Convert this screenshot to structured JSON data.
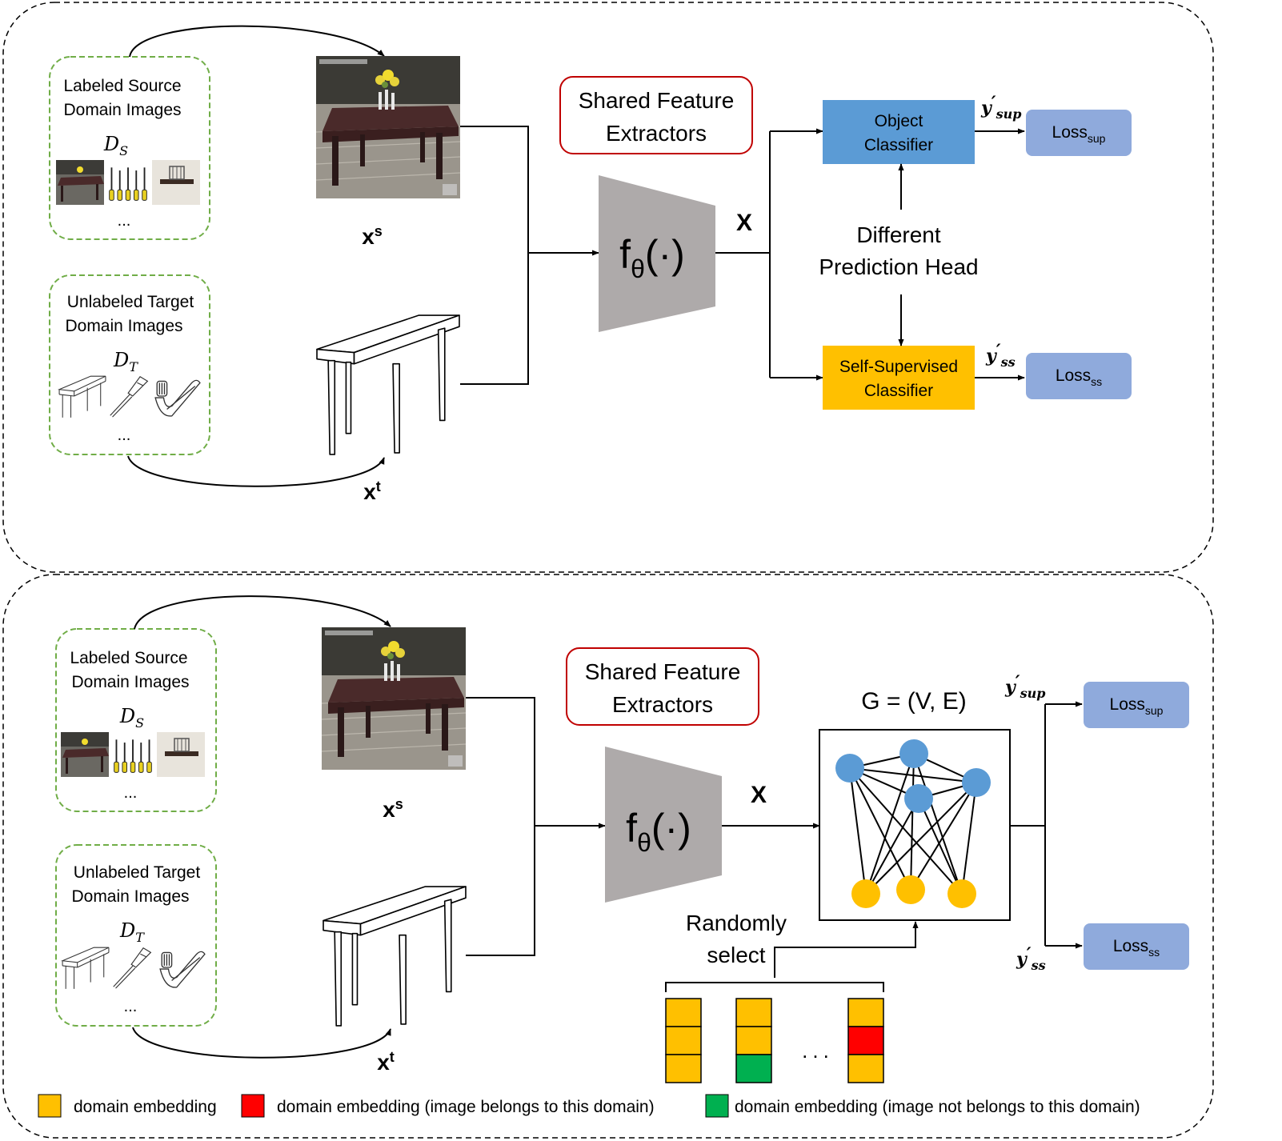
{
  "top_panel": {
    "source_box": {
      "line1": "Labeled Source",
      "line2": "Domain Images",
      "dataset": "D",
      "dataset_sub": "S",
      "ellipsis": "..."
    },
    "target_box": {
      "line1": "Unlabeled Target",
      "line2": "Domain Images",
      "dataset": "D",
      "dataset_sub": "T",
      "ellipsis": "..."
    },
    "xs": {
      "base": "x",
      "sup": "s"
    },
    "xt": {
      "base": "x",
      "sup": "t"
    },
    "shared_feature": {
      "line1": "Shared Feature",
      "line2": "Extractors"
    },
    "extractor": {
      "main": "f",
      "sub": "θ",
      "rest": "(·)"
    },
    "feature_label": "X",
    "object_classifier": {
      "line1": "Object",
      "line2": "Classifier",
      "color": "#5b9bd5"
    },
    "ss_classifier": {
      "line1": "Self-Supervised",
      "line2": "Classifier",
      "color": "#ffc000"
    },
    "head_label": {
      "line1": "Different",
      "line2": "Prediction Head"
    },
    "y_sup": {
      "base": "y",
      "prime": "′",
      "sub": "sup"
    },
    "y_ss": {
      "base": "y",
      "prime": "′",
      "sub": "ss"
    },
    "loss_sup": {
      "base": "Loss",
      "sub": "sup"
    },
    "loss_ss": {
      "base": "Loss",
      "sub": "ss"
    },
    "loss_color": "#8faadc"
  },
  "bottom_panel": {
    "source_box": {
      "line1": "Labeled Source",
      "line2": "Domain Images",
      "dataset": "D",
      "dataset_sub": "S",
      "ellipsis": "..."
    },
    "target_box": {
      "line1": "Unlabeled Target",
      "line2": "Domain Images",
      "dataset": "D",
      "dataset_sub": "T",
      "ellipsis": "..."
    },
    "xs": {
      "base": "x",
      "sup": "s"
    },
    "xt": {
      "base": "x",
      "sup": "t"
    },
    "shared_feature": {
      "line1": "Shared Feature",
      "line2": "Extractors"
    },
    "extractor": {
      "main": "f",
      "sub": "θ",
      "rest": "(·)"
    },
    "feature_label": "X",
    "graph_label": "G = (V, E)",
    "random_select": {
      "line1": "Randomly",
      "line2": "select"
    },
    "embedding_dots": "...",
    "y_sup": {
      "base": "y",
      "prime": "′",
      "sub": "sup"
    },
    "y_ss": {
      "base": "y",
      "prime": "′",
      "sub": "ss"
    },
    "loss_sup": {
      "base": "Loss",
      "sub": "sup"
    },
    "loss_ss": {
      "base": "Loss",
      "sub": "ss"
    },
    "node_colors": {
      "blue": "#5b9bd5",
      "yellow": "#ffc000"
    }
  },
  "legend": [
    {
      "label": "domain embedding",
      "color": "#ffc000"
    },
    {
      "label": "domain embedding (image belongs to this domain)",
      "color": "#ff0000"
    },
    {
      "label": "domain embedding (image not belongs to this domain)",
      "color": "#00b050"
    }
  ],
  "colors": {
    "extractor_gray": "#aeaaaa",
    "box_red_border": "#c00000",
    "dashed_green": "#70ad47"
  }
}
